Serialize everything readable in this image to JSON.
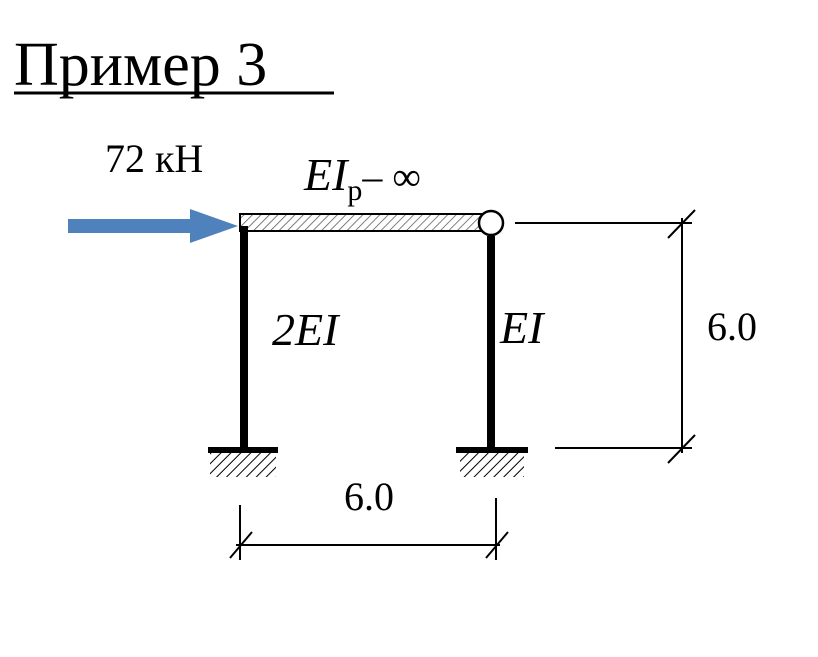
{
  "title": "Пример 3",
  "load": {
    "label": "72 кН",
    "color": "#4f81bd"
  },
  "beam_label": {
    "main": "EI",
    "subscript": "р",
    "suffix": "– ∞"
  },
  "left_column_label": "2EI",
  "right_column_label": "EI",
  "dimensions": {
    "height": "6.0",
    "span": "6.0"
  }
}
